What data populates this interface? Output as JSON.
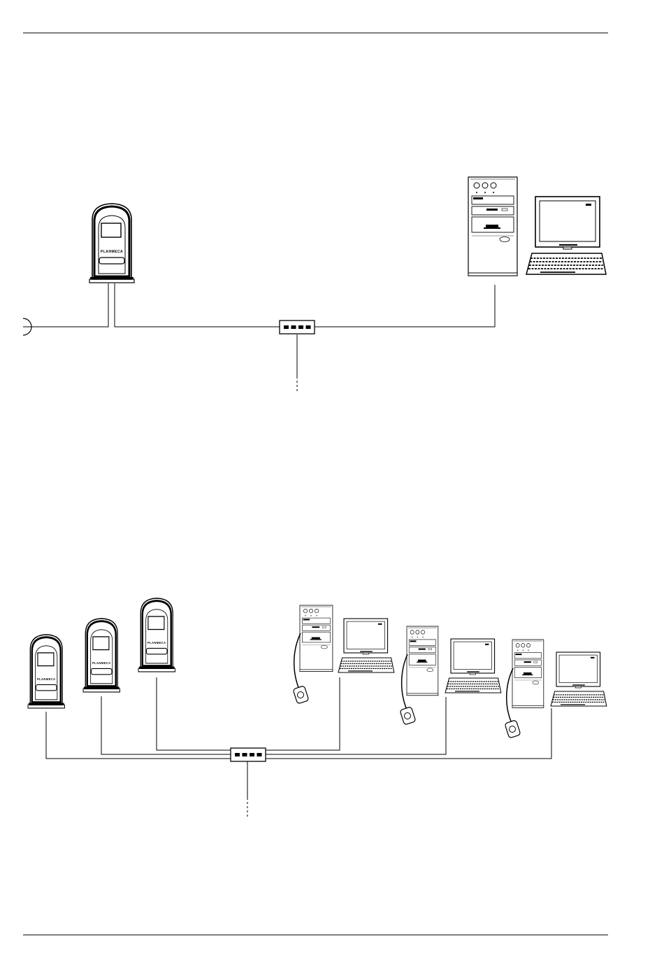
{
  "device": {
    "brand_label": "PLANMECA"
  },
  "diagram_top": {
    "components": [
      "imaging-unit",
      "network-hub",
      "computer-tower",
      "monitor",
      "keyboard"
    ]
  },
  "diagram_bottom": {
    "components": [
      "imaging-unit-1",
      "imaging-unit-2",
      "imaging-unit-3",
      "network-hub",
      "workstation-1",
      "workstation-2",
      "workstation-3"
    ]
  }
}
